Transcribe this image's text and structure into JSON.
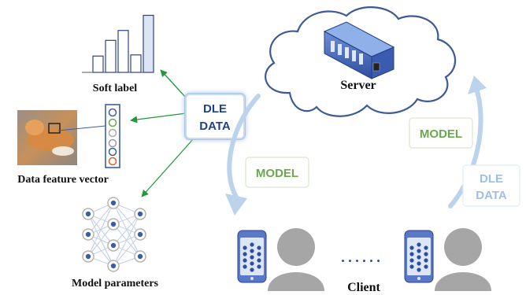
{
  "labels": {
    "soft_label": "Soft label",
    "data_feature_vector": "Data feature vector",
    "model_parameters": "Model parameters",
    "server": "Server",
    "client": "Client",
    "client_dots": ". . . . . ."
  },
  "dle_box": {
    "line1": "DLE",
    "line2": "DATA"
  },
  "model_up": "MODEL",
  "model_down": "MODEL",
  "dle_upload": {
    "line1": "DLE",
    "line2": "DATA"
  },
  "soft_label_bars": [
    0.28,
    0.55,
    0.72,
    0.3,
    0.98
  ],
  "colors": {
    "dle_blue": "#1f3f8f",
    "model_green": "#6aa84f",
    "arrow_green": "#1f9a3b",
    "arrow_blue": "#bcd3ec",
    "node_blue": "#3b5ea8"
  }
}
